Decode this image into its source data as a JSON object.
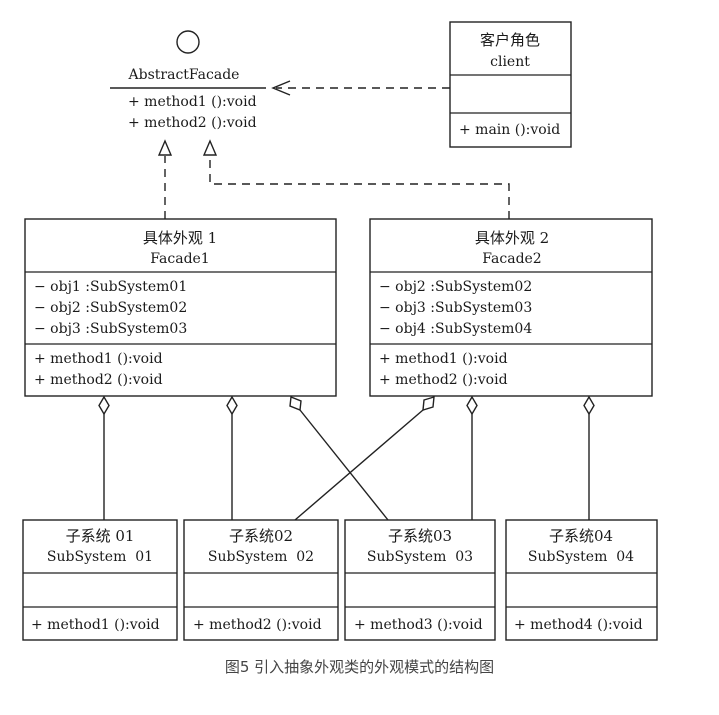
{
  "abstract_facade": {
    "name": "AbstractFacade",
    "methods": [
      "+ method1 ():void",
      "+ method2 ():void"
    ]
  },
  "client": {
    "title_cn": "客户角色",
    "name": "client",
    "methods": [
      "+ main ():void"
    ]
  },
  "facade1": {
    "title_cn": "具体外观 1",
    "name": "Facade1",
    "attributes": [
      "− obj1 :SubSystem01",
      "− obj2 :SubSystem02",
      "− obj3 :SubSystem03"
    ],
    "methods": [
      "+ method1 ():void",
      "+ method2 ():void"
    ]
  },
  "facade2": {
    "title_cn": "具体外观 2",
    "name": "Facade2",
    "attributes": [
      "− obj2 :SubSystem02",
      "− obj3 :SubSystem03",
      "− obj4 :SubSystem04"
    ],
    "methods": [
      "+ method1 ():void",
      "+ method2 ():void"
    ]
  },
  "subsystems": [
    {
      "title_cn": "子系统 01",
      "name": "SubSystem  01",
      "method": "+ method1 ():void"
    },
    {
      "title_cn": "子系统02",
      "name": "SubSystem  02",
      "method": "+ method2 ():void"
    },
    {
      "title_cn": "子系统03",
      "name": "SubSystem  03",
      "method": "+ method3 ():void"
    },
    {
      "title_cn": "子系统04",
      "name": "SubSystem  04",
      "method": "+ method4 ():void"
    }
  ],
  "caption": "图5 引入抽象外观类的外观模式的结构图"
}
